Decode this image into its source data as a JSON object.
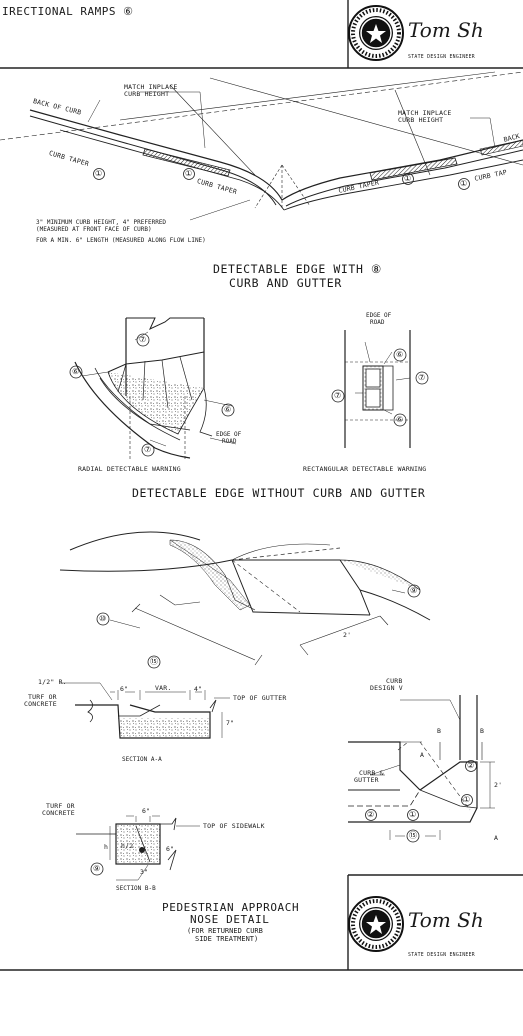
{
  "header": {
    "title": "IRECTIONAL RAMPS ⑥"
  },
  "approval_blocks": [
    {
      "signature": "Tom Sh",
      "role": "STATE DESIGN ENGINEER"
    },
    {
      "signature": "Tom Sh",
      "role": "STATE DESIGN ENGINEER"
    }
  ],
  "detail1": {
    "labels": {
      "back_of_curb_left": "BACK OF CURB",
      "back_of_curb_right": "BACK",
      "match_left_1": "MATCH INPLACE",
      "match_left_2": "CURB HEIGHT",
      "match_right_1": "MATCH INPLACE",
      "match_right_2": "CURB HEIGHT",
      "taper_1": "CURB TAPER",
      "taper_2": "CURB TAPER",
      "taper_3": "CURB TAPER",
      "taper_4": "CURB TAP",
      "note_1": "3\" MINIMUM CURB HEIGHT, 4\" PREFERRED",
      "note_2": "(MEASURED AT FRONT FACE OF CURB)",
      "note_3": "FOR A MIN. 6\" LENGTH (MEASURED ALONG FLOW LINE)"
    },
    "caption_1": "DETECTABLE EDGE WITH ⑧",
    "caption_2": "CURB AND GUTTER"
  },
  "detail2": {
    "edge_of_road_top_1": "EDGE OF",
    "edge_of_road_top_2": "ROAD",
    "edge_of_road_1": "EDGE OF",
    "edge_of_road_2": "ROAD",
    "radial_caption": "RADIAL DETECTABLE WARNING",
    "rect_caption": "RECTANGULAR DETECTABLE WARNING",
    "caption": "DETECTABLE EDGE WITHOUT CURB AND GUTTER"
  },
  "detail3": {
    "dim_2ft_a": "2'",
    "dim_2ft_b": "2'",
    "half_r": "1/2\" R.",
    "turf_a_1": "TURF OR",
    "turf_a_2": "CONCRETE",
    "dim_6a": "6\"",
    "var": "VAR.",
    "dim_4": "4\"",
    "top_of_gutter": "TOP OF GUTTER",
    "dim_7": "7\"",
    "section_aa": "SECTION A-A",
    "turf_b_1": "TURF OR",
    "turf_b_2": "CONCRETE",
    "dim_6b": "6\"",
    "top_of_sidewalk": "TOP OF SIDEWALK",
    "h_lbl": "h",
    "h2_lbl": "h/2",
    "dim_6c": "6\"",
    "dim_3": "3\"",
    "section_bb": "SECTION B-B",
    "curb_design_1": "CURB",
    "curb_design_2": "DESIGN V",
    "b_left": "B",
    "b_right": "B",
    "a_top": "A",
    "a_bottom": "A",
    "curb_gutter_1": "CURB &",
    "curb_gutter_2": "GUTTER",
    "title_1": "PEDESTRIAN APPROACH",
    "title_2": "NOSE DETAIL",
    "title_3": "(FOR RETURNED CURB",
    "title_4": "SIDE TREATMENT)"
  },
  "callouts": [
    "①",
    "②",
    "⑥",
    "⑦",
    "⑧",
    "⑨",
    "⑩",
    "⑮"
  ]
}
